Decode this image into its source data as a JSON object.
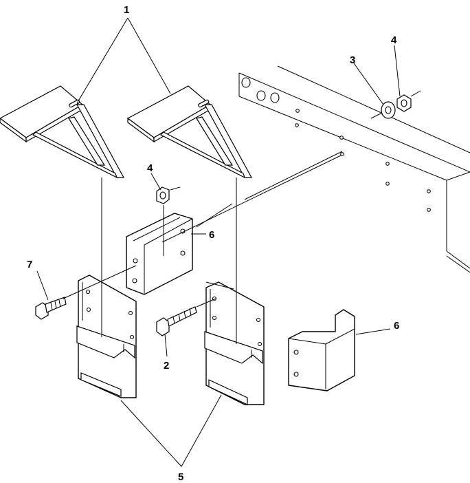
{
  "callouts": {
    "c1": "1",
    "c2": "2",
    "c3": "3",
    "c4a": "4",
    "c4b": "4",
    "c5": "5",
    "c6a": "6",
    "c6b": "6",
    "c7": "7"
  },
  "colors": {
    "line": "#000000",
    "background": "#ffffff"
  }
}
